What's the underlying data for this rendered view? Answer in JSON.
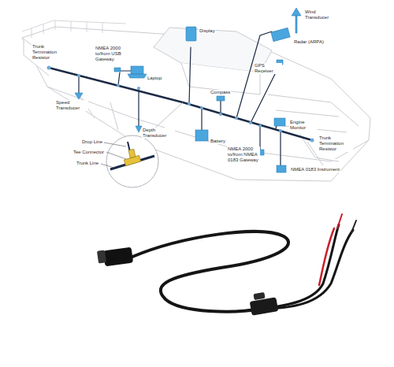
{
  "diagram": {
    "labels": [
      "Trunk Termination Resistor",
      "NMEA 2000 to/from USB Gateway",
      "Laptop",
      "Display",
      "Wind Transducer",
      "Radar (ARPA)",
      "GPS Receiver",
      "Speed Transducer",
      "Compass",
      "Depth Transducer",
      "Battery",
      "Engine Monitor",
      "Trunk Termination Resistor",
      "NMEA 2000 to/from NMEA 0183 Gateway",
      "NMEA 0183 Instrument",
      "Drop Line",
      "Tee Connector",
      "Trunk Line"
    ]
  }
}
